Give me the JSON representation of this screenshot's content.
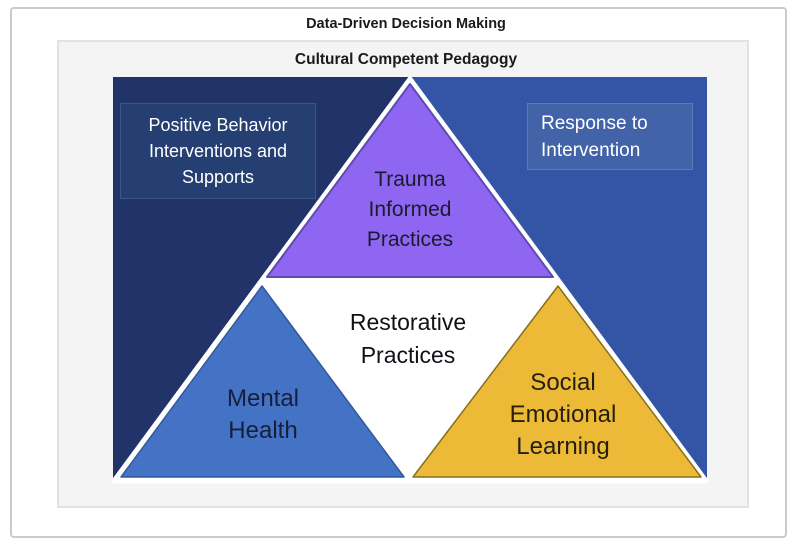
{
  "titles": {
    "main": "Data-Driven Decision Making",
    "subtitle": "Cultural Competent Pedagogy"
  },
  "tiers": {
    "pbis": {
      "label": "Positive Behavior\nInterventions and\nSupports"
    },
    "rti": {
      "label": "Response to\nIntervention"
    },
    "trauma": {
      "label": "Trauma\nInformed\nPractices"
    },
    "restorative": {
      "label": "Restorative\nPractices"
    },
    "mental": {
      "label": "Mental\nHealth"
    },
    "sel": {
      "label": "Social\nEmotional\nLearning"
    }
  },
  "colors": {
    "background_left_navy": "#22336a",
    "background_right_blue": "#3454a5",
    "trauma_purple": "#8f66f2",
    "mental_blue": "#4472c4",
    "sel_gold": "#edba38",
    "restorative_white": "#ffffff",
    "pbis_box": "#263f73",
    "rti_box": "#4263a8",
    "separator_line": "#ffffff",
    "title_text": "#1a1a1a",
    "box_text": "#ffffff"
  }
}
